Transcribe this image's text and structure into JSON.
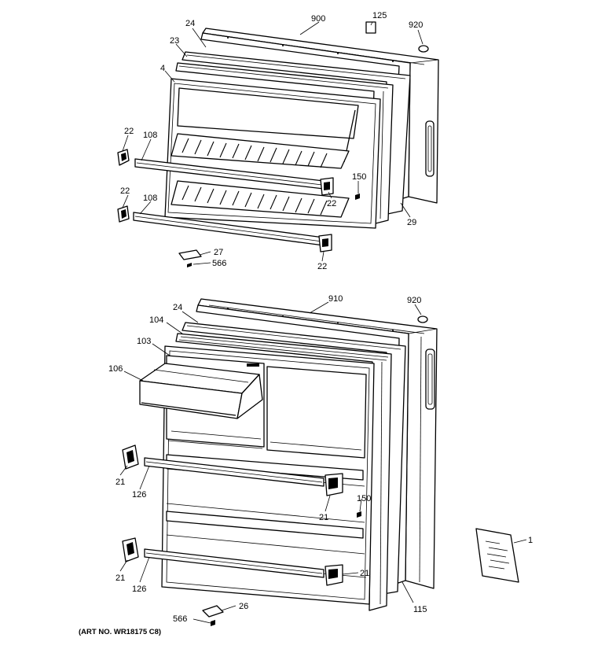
{
  "callouts": {
    "top": {
      "c900": "900",
      "c125": "125",
      "c920": "920",
      "c24": "24",
      "c23": "23",
      "c4": "4",
      "c22a": "22",
      "c108a": "108",
      "c22b": "22",
      "c108b": "108",
      "c150": "150",
      "c22c": "22",
      "c29": "29",
      "c27": "27",
      "c566": "566",
      "c22d": "22"
    },
    "bottom": {
      "c910": "910",
      "c920": "920",
      "c24": "24",
      "c104": "104",
      "c103": "103",
      "c106": "106",
      "c21a": "21",
      "c126a": "126",
      "c150": "150",
      "c21b": "21",
      "c21c": "21",
      "c126b": "126",
      "c21d": "21",
      "c26": "26",
      "c566": "566",
      "c115": "115",
      "c1": "1"
    }
  },
  "caption": "(ART NO. WR18175 C8)"
}
